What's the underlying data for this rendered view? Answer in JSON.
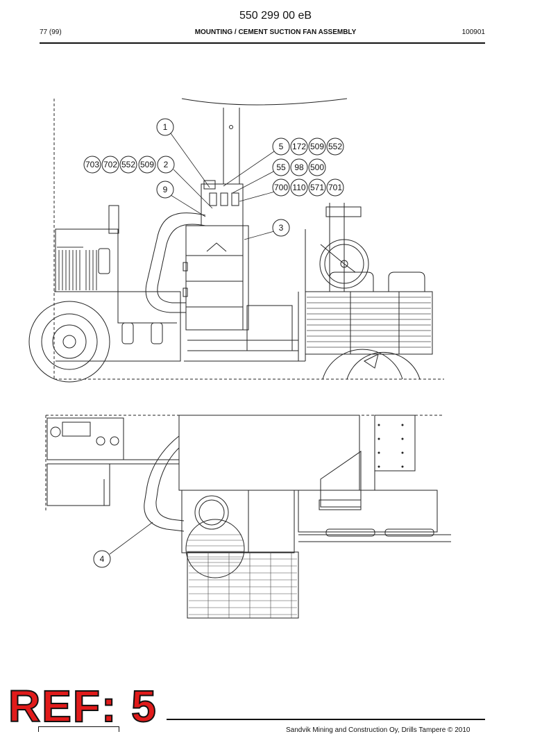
{
  "header": {
    "doc_number": "550 299 00 eB",
    "page": "77 (99)",
    "title": "MOUNTING / CEMENT SUCTION FAN ASSEMBLY",
    "date": "100901"
  },
  "callouts_side_view": [
    {
      "label": "1"
    },
    {
      "label": "5"
    },
    {
      "label": "172"
    },
    {
      "label": "509"
    },
    {
      "label": "552"
    },
    {
      "label": "703"
    },
    {
      "label": "702"
    },
    {
      "label": "552"
    },
    {
      "label": "509"
    },
    {
      "label": "2"
    },
    {
      "label": "55"
    },
    {
      "label": "98"
    },
    {
      "label": "500"
    },
    {
      "label": "9"
    },
    {
      "label": "700"
    },
    {
      "label": "110"
    },
    {
      "label": "571"
    },
    {
      "label": "701"
    },
    {
      "label": "3"
    }
  ],
  "callouts_top_view": [
    {
      "label": "4"
    }
  ],
  "stamp": {
    "text": "REF: 5"
  },
  "footer": {
    "copyright": "Sandvik Mining and Construction Oy, Drills Tampere © 2010"
  }
}
